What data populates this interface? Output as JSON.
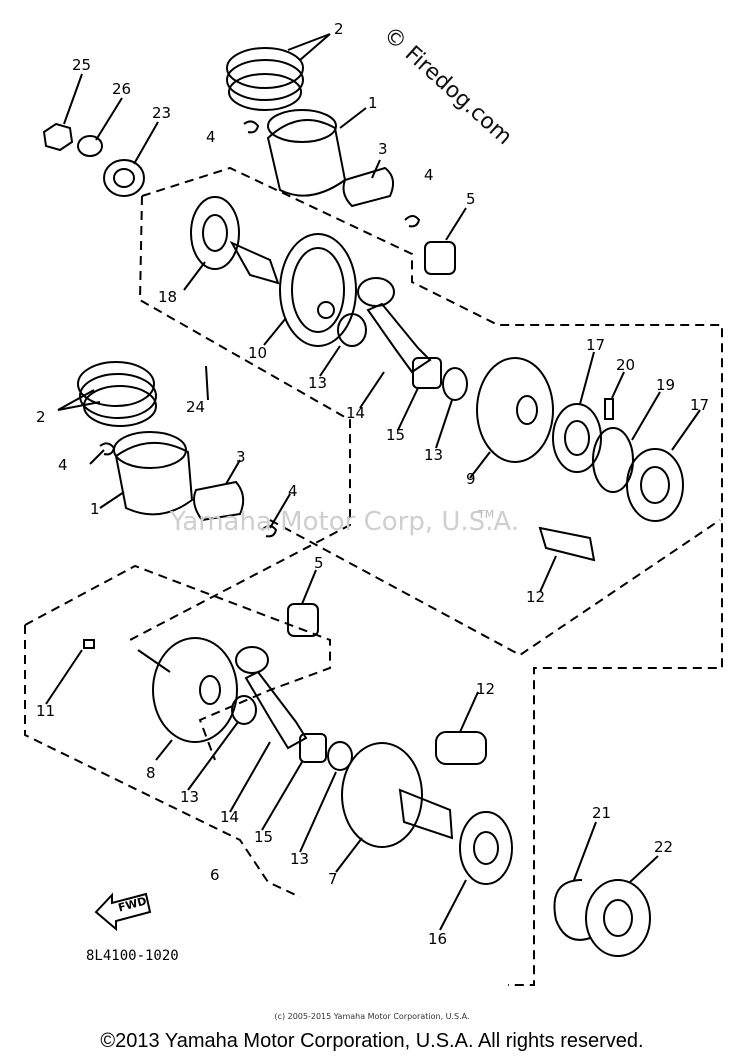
{
  "labels": {
    "l1a": "1",
    "l1b": "1",
    "l2a": "2",
    "l2b": "2",
    "l3a": "3",
    "l3b": "3",
    "l4a": "4",
    "l4b": "4",
    "l4c": "4",
    "l4d": "4",
    "l5a": "5",
    "l5b": "5",
    "l6": "6",
    "l7": "7",
    "l8": "8",
    "l9": "9",
    "l10": "10",
    "l11": "11",
    "l12a": "12",
    "l12b": "12",
    "l13a": "13",
    "l13b": "13",
    "l13c": "13",
    "l13d": "13",
    "l14a": "14",
    "l14b": "14",
    "l15a": "15",
    "l15b": "15",
    "l16": "16",
    "l17a": "17",
    "l17b": "17",
    "l18": "18",
    "l19": "19",
    "l20": "20",
    "l21": "21",
    "l22": "22",
    "l23": "23",
    "l24": "24",
    "l25": "25",
    "l26": "26"
  },
  "watermarks": {
    "firedog": "© Firedog.com",
    "yamaha": "Yamaha Motor Corp, U.S.A.",
    "tm": "TM"
  },
  "fwd_label": "FWD",
  "part_code": "8L4100-1020",
  "copyright_small": "(c) 2005-2015 Yamaha Motor Corporation, U.S.A.",
  "copyright_main": "©2013 Yamaha Motor Corporation, U.S.A. All rights reserved."
}
